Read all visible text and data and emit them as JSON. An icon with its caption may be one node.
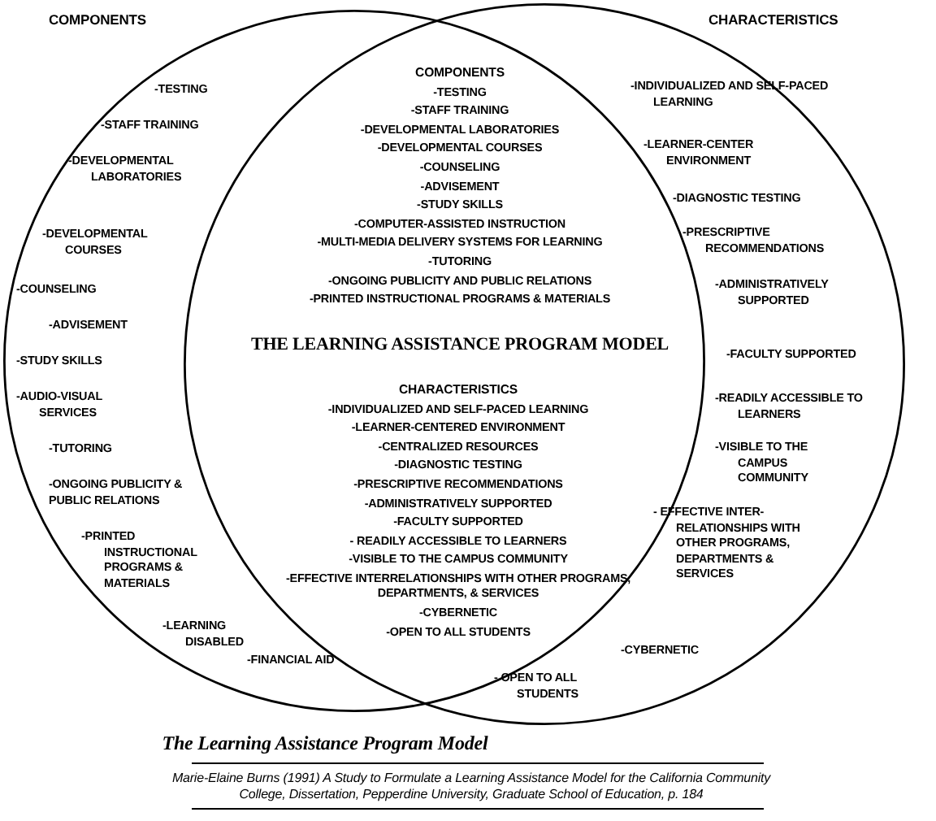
{
  "diagram": {
    "caption": "The Learning Assistance Program Model",
    "nodes": [
      {
        "text": [
          "COMPONENTS",
          "-TESTING",
          "-STAFF TRAINING",
          "-DEVELOPMENTAL LABORATORIES",
          "-DEVELOPMENTAL COURSES",
          "-COUNSELING",
          "-ADVISEMENT",
          "-STUDY SKILLS",
          "-AUDIO-VISUAL SERVICES",
          "-TUTORING",
          "-ONGOING PUBLICITY & PUBLIC RELATIONS",
          "-PRINTED INSTRUCTIONAL PROGRAMS & MATERIALS",
          "-LEARNING DISABLED",
          "-FINANCIAL AID"
        ]
      },
      {
        "text": [
          "CHARACTERISTICS",
          "-INDIVIDUALIZED AND SELF-PACED LEARNING",
          "-LEARNER-CENTER ENVIRONMENT",
          "-DIAGNOSTIC TESTING",
          "-PRESCRIPTIVE RECOMMENDATIONS",
          "-ADMINISTRATIVELY SUPPORTED",
          "-FACULTY SUPPORTED",
          "-READILY ACCESSIBLE TO LEARNERS",
          "-VISIBLE TO THE CAMPUS COMMUNITY",
          "- EFFECTIVE INTER-RELATIONSHIPS WITH OTHER PROGRAMS, DEPARTMENTS & SERVICES",
          "-CYBERNETIC",
          "- OPEN TO ALL STUDENTS"
        ]
      }
    ],
    "edges": [],
    "labels": [
      "COMPONENTS",
      "-TESTING",
      "-STAFF TRAINING",
      "-DEVELOPMENTAL LABORATORIES",
      "-DEVELOPMENTAL COURSES",
      "-COUNSELING",
      "-ADVISEMENT",
      "-STUDY SKILLS",
      "-COMPUTER-ASSISTED INSTRUCTION",
      "-MULTI-MEDIA DELIVERY SYSTEMS FOR LEARNING",
      "-TUTORING",
      "-ONGOING PUBLICITY AND PUBLIC RELATIONS",
      "-PRINTED INSTRUCTIONAL PROGRAMS & MATERIALS",
      "THE LEARNING ASSISTANCE PROGRAM MODEL",
      "CHARACTERISTICS",
      "-INDIVIDUALIZED AND SELF-PACED LEARNING",
      "-LEARNER-CENTERED ENVIRONMENT",
      "-CENTRALIZED RESOURCES",
      "-DIAGNOSTIC TESTING",
      "-PRESCRIPTIVE RECOMMENDATIONS",
      "-ADMINISTRATIVELY SUPPORTED",
      "-FACULTY SUPPORTED",
      "- READILY ACCESSIBLE TO LEARNERS",
      "-VISIBLE TO THE CAMPUS COMMUNITY",
      "-EFFECTIVE INTERRELATIONSHIPS WITH OTHER PROGRAMS, DEPARTMENTS, & SERVICES",
      "-CYBERNETIC",
      "-OPEN TO ALL STUDENTS",
      "Marie-Elaine Burns (1991) A Study to Formulate a Learning Assistance Model for the California Community College, Dissertation, Pepperdine University, Graduate School of Education, p. 184"
    ]
  }
}
